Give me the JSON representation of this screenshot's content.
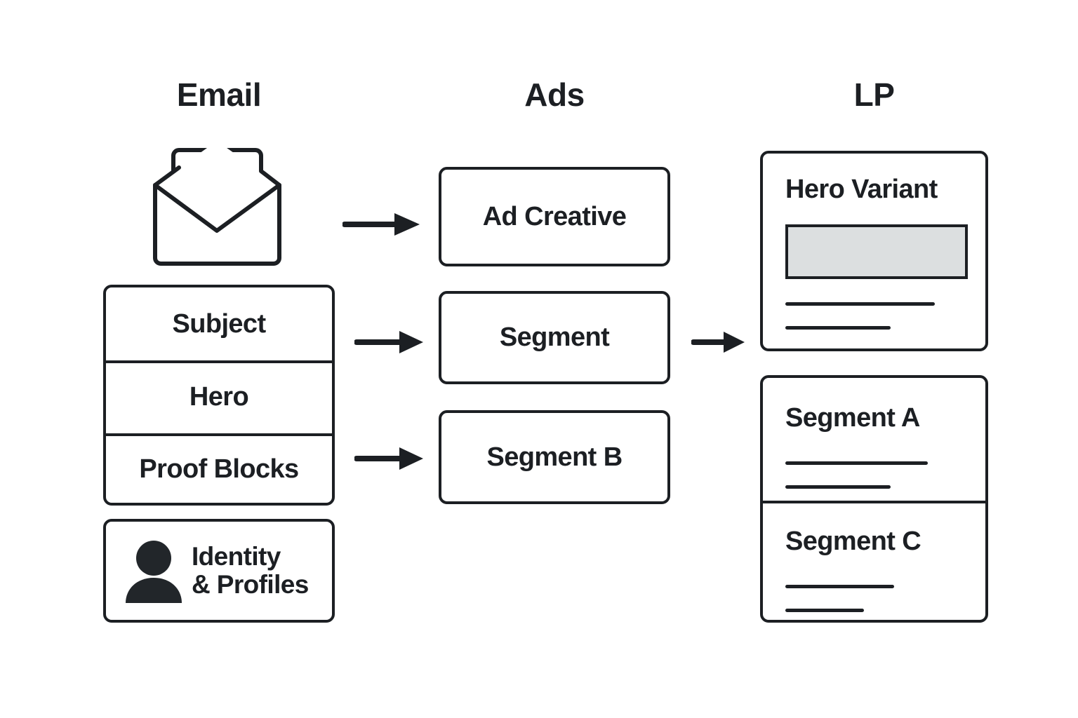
{
  "columns": {
    "email": {
      "header": "Email"
    },
    "ads": {
      "header": "Ads"
    },
    "lp": {
      "header": "LP"
    }
  },
  "email": {
    "icon": "envelope-open-icon",
    "stack": [
      {
        "label": "Subject"
      },
      {
        "label": "Hero"
      },
      {
        "label": "Proof Blocks"
      }
    ],
    "identity": {
      "icon": "person-icon",
      "line1": "Identity",
      "line2": "& Profiles"
    }
  },
  "ads": {
    "boxes": [
      {
        "label": "Ad Creative"
      },
      {
        "label": "Segment"
      },
      {
        "label": "Segment B"
      }
    ]
  },
  "lp": {
    "hero": {
      "title": "Hero Variant",
      "placeholder": "hero-image-placeholder"
    },
    "segments": [
      {
        "title": "Segment A"
      },
      {
        "title": "Segment C"
      }
    ]
  },
  "arrows": [
    {
      "name": "arrow-email-to-ad-creative"
    },
    {
      "name": "arrow-email-to-segment"
    },
    {
      "name": "arrow-email-to-segment-b"
    },
    {
      "name": "arrow-ads-to-lp"
    }
  ],
  "colors": {
    "stroke": "#1c1f23",
    "background": "#ffffff",
    "placeholder_fill": "#dcdfe0",
    "icon_fill": "#22262a"
  }
}
